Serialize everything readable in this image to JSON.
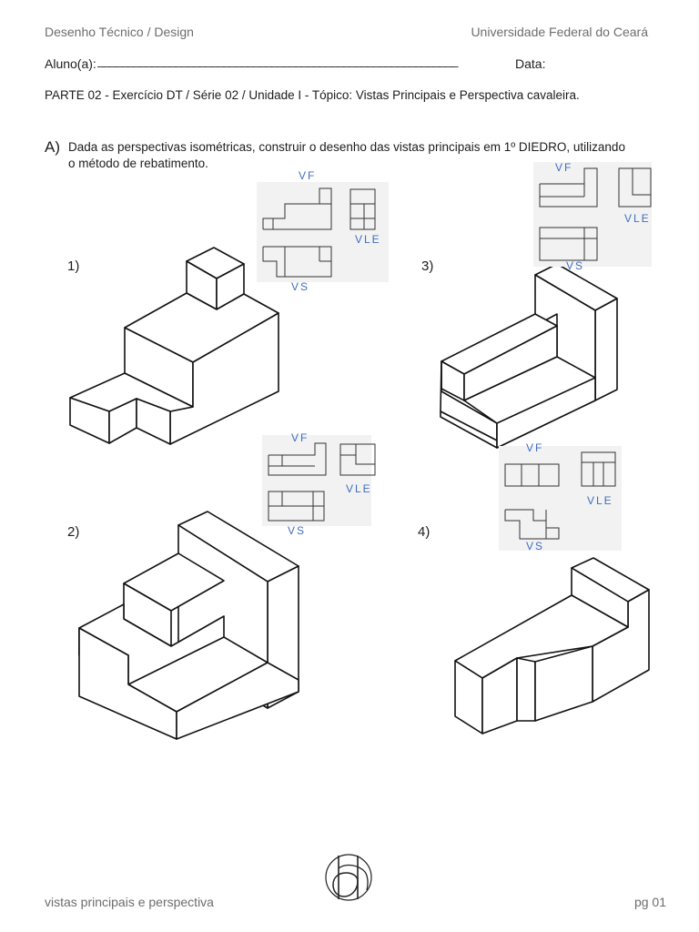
{
  "header": {
    "left": "Desenho Técnico / Design",
    "right": "Universidade Federal do Ceará"
  },
  "student": {
    "label": "Aluno(a):",
    "line": "____________________________________________________________",
    "date_label": "Data:"
  },
  "part_title": "PARTE 02 - Exercício DT / Série 02 / Unidade I - Tópico: Vistas Principais e Perspectiva cavaleira.",
  "question": {
    "letter": "A)",
    "text_line1": "Dada as perspectivas isométricas, construir o desenho das vistas principais em 1º DIEDRO, utilizando",
    "text_line2": "o método de rebatimento."
  },
  "exercises": [
    {
      "number": "1)",
      "views": {
        "vf": "VF",
        "vle": "VLE",
        "vs": "VS"
      }
    },
    {
      "number": "2)",
      "views": {
        "vf": "VF",
        "vle": "VLE",
        "vs": "VS"
      }
    },
    {
      "number": "3)",
      "views": {
        "vf": "VF",
        "vle": "VLE",
        "vs": "VS"
      }
    },
    {
      "number": "4)",
      "views": {
        "vf": "VF",
        "vle": "VLE",
        "vs": "VS"
      }
    }
  ],
  "footer": {
    "left": "vistas principais e perspectiva",
    "right": "pg 01"
  }
}
